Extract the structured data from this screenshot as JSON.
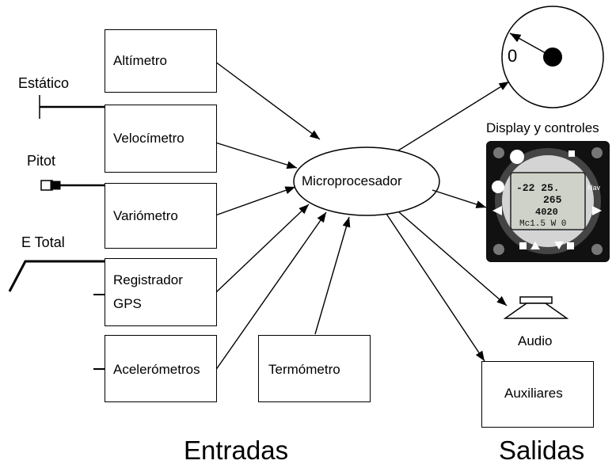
{
  "inputs": {
    "altimetro": "Altímetro",
    "velocimetro": "Velocímetro",
    "variometro": "Variómetro",
    "registrador_line1": "Registrador",
    "registrador_line2": "GPS",
    "acelerometros": "Acelerómetros",
    "termometro": "Termómetro"
  },
  "sensors": {
    "estatico": "Estático",
    "pitot": "Pitot",
    "etotal": "E Total"
  },
  "center": {
    "label": "Microprocesador"
  },
  "outputs": {
    "dial_value": "0",
    "display_title": "Display y controles",
    "audio": "Audio",
    "auxiliares": "Auxiliares"
  },
  "instrument": {
    "row1": "-22  25.",
    "row2": "265",
    "row3": "4020",
    "row4": "Mc1.5  W 0",
    "side_label": "Nav"
  },
  "sections": {
    "entradas": "Entradas",
    "salidas": "Salidas"
  }
}
